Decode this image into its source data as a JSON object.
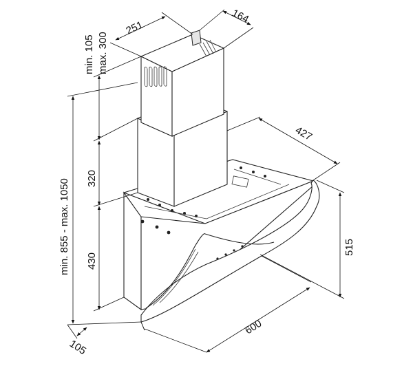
{
  "dimensions": {
    "chimney_width": "251",
    "chimney_depth": "164",
    "chimney_upper": "min. 105",
    "chimney_upper_max": "max. 300",
    "overall_height": "min. 855 - max. 1050",
    "mid_section": "320",
    "body_height": "430",
    "hood_depth": "427",
    "glass_height": "515",
    "hood_width": "600",
    "front_depth": "105"
  }
}
